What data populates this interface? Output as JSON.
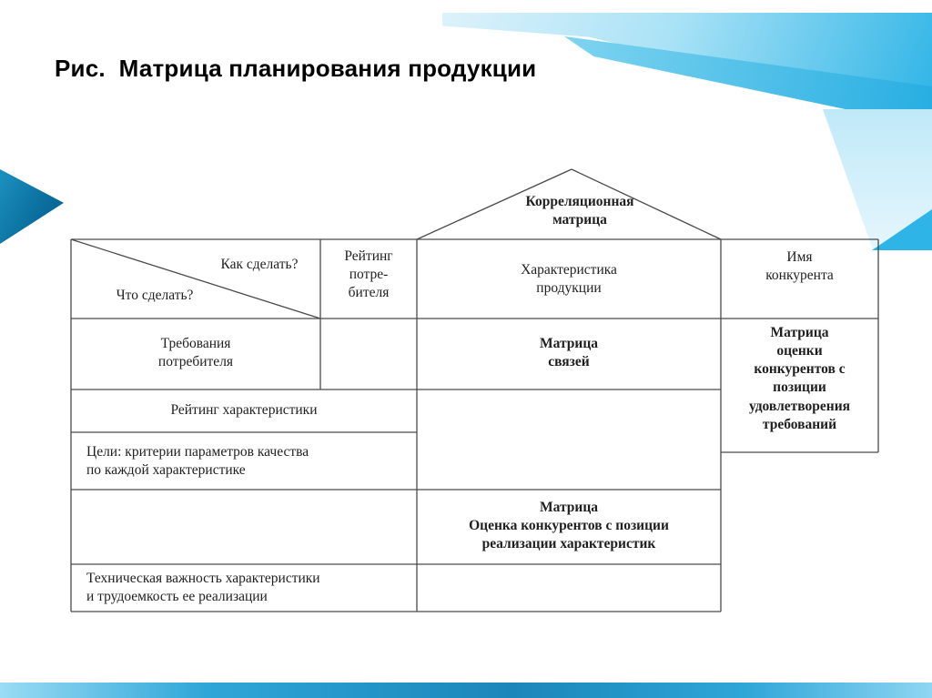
{
  "slide": {
    "title": "Рис.  Матрица планирования продукции"
  },
  "diagram": {
    "roof_label": "Корреляционная\nматрица",
    "header": {
      "how": "Как сделать?",
      "what": "Что сделать?",
      "consumer_rating": "Рейтинг\nпотре-\nбителя",
      "product_characteristics": "Характеристика\nпродукции",
      "competitor_name": "Имя\nконкурента"
    },
    "cells": {
      "consumer_requirements": "Требования\nпотребителя",
      "relationship_matrix": "Матрица\nсвязей",
      "competitor_satisfaction": "Матрица\nоценки\nконкурентов с\nпозиции\nудовлетворения\nтребований",
      "characteristic_rating": "Рейтинг характеристики",
      "goals": "Цели: критерии параметров качества\nпо каждой характеристике",
      "competitor_implementation": "Матрица\nОценка конкурентов с позиции\nреализации характеристик",
      "technical_importance": "Техническая важность характеристики\nи трудоемкость ее реализации"
    }
  },
  "colors": {
    "accent_cyan": "#2eb4e6",
    "accent_teal": "#0a6e9e",
    "line": "#4a4a4a",
    "text": "#1f1f1f"
  }
}
